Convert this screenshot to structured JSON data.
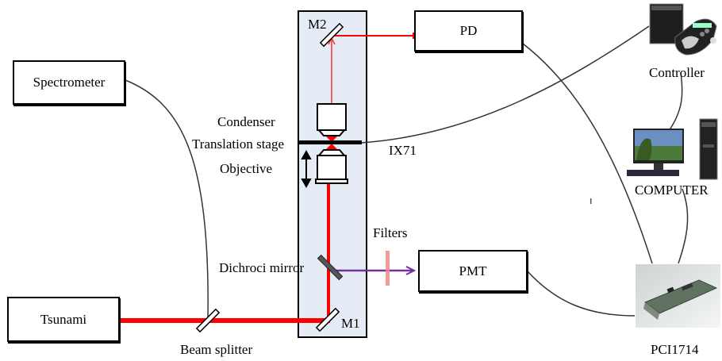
{
  "diagram": {
    "title": "Two-photon microscopy experimental setup",
    "colors": {
      "laser_beam": "#ff0000",
      "fluorescence_beam": "#7030a0",
      "microscope_panel": "#e6ecf6",
      "filter": "#f08a8a",
      "cable": "#333333"
    },
    "components": {
      "spectrometer": "Spectrometer",
      "tsunami": "Tsunami",
      "pd": "PD",
      "pmt": "PMT"
    },
    "labels": {
      "m2": "M2",
      "m1": "M1",
      "condenser": "Condenser",
      "translation_stage": "Translation stage",
      "objective": "Objective",
      "dichroic_mirror": "Dichroci mirror",
      "beam_splitter": "Beam splitter",
      "filters": "Filters",
      "ix71": "IX71",
      "controller": "Controller",
      "computer": "COMPUTER",
      "daq_card": "PCI1714"
    },
    "icons": {
      "controller": "motion-controller-icon",
      "computer": "desktop-computer-icon",
      "daq_card": "pci-card-icon"
    },
    "connections": [
      {
        "from": "Tsunami",
        "to": "Beam splitter",
        "type": "laser"
      },
      {
        "from": "Beam splitter",
        "to": "M1",
        "type": "laser"
      },
      {
        "from": "M1",
        "to": "Objective",
        "type": "laser"
      },
      {
        "from": "Condenser",
        "to": "M2",
        "type": "laser"
      },
      {
        "from": "M2",
        "to": "PD",
        "type": "laser"
      },
      {
        "from": "Dichroci mirror",
        "to": "PMT",
        "type": "fluorescence"
      },
      {
        "from": "Beam splitter",
        "to": "Spectrometer",
        "type": "cable"
      },
      {
        "from": "Translation stage",
        "to": "Controller",
        "type": "cable"
      },
      {
        "from": "Controller",
        "to": "COMPUTER",
        "type": "cable"
      },
      {
        "from": "COMPUTER",
        "to": "PCI1714",
        "type": "cable"
      },
      {
        "from": "PD",
        "to": "PCI1714",
        "type": "cable"
      },
      {
        "from": "PMT",
        "to": "PCI1714",
        "type": "cable"
      }
    ]
  }
}
